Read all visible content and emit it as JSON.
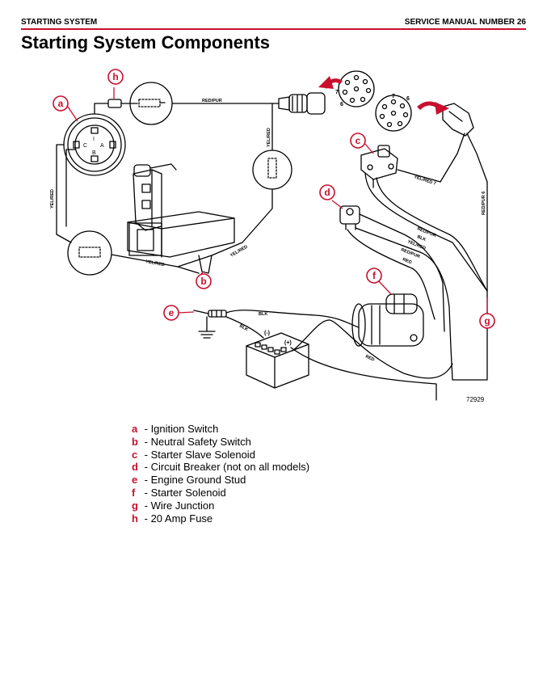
{
  "header": {
    "left": "STARTING SYSTEM",
    "right": "SERVICE MANUAL NUMBER 26"
  },
  "title": "Starting System Components",
  "colors": {
    "accent": "#c8102e",
    "line": "#000000"
  },
  "diagram": {
    "figure_number": "72929",
    "callouts": {
      "a": "a",
      "b": "b",
      "c": "c",
      "d": "d",
      "e": "e",
      "f": "f",
      "g": "g",
      "h": "h"
    },
    "wire_labels": {
      "red_pur_top": "RED/PUR",
      "yel_red_left": "YEL/RED",
      "yel_red_vertical": "YEL/RED",
      "yel_red_bottom": "YEL/RED",
      "yel_red_diag": "YEL/RED",
      "yel_red_7": "YEL/RED 7",
      "red_pur_6": "RED/PUR 6",
      "red_pur_a": "RED/PUR",
      "blk_a": "BLK",
      "yel_red_c": "YEL/RED",
      "red_pur_b": "RED/PUR",
      "red_d": "RED",
      "blk_top": "BLK",
      "blk_small": "BLK",
      "red_long": "RED"
    },
    "battery": {
      "neg": "(-)",
      "pos": "(+)"
    },
    "switch_letters": {
      "i": "I",
      "c": "C",
      "a": "A",
      "b": "B"
    },
    "pin_7_top": "7",
    "pin_6_top": "6",
    "pin_7_right": "7",
    "pin_6_right": "6"
  },
  "legend": [
    {
      "key": "a",
      "text": "- Ignition Switch"
    },
    {
      "key": "b",
      "text": "- Neutral Safety Switch"
    },
    {
      "key": "c",
      "text": "- Starter Slave Solenoid"
    },
    {
      "key": "d",
      "text": "- Circuit Breaker (not on all models)"
    },
    {
      "key": "e",
      "text": "- Engine Ground Stud"
    },
    {
      "key": "f",
      "text": "- Starter Solenoid"
    },
    {
      "key": "g",
      "text": "- Wire Junction"
    },
    {
      "key": "h",
      "text": "- 20 Amp Fuse"
    }
  ]
}
